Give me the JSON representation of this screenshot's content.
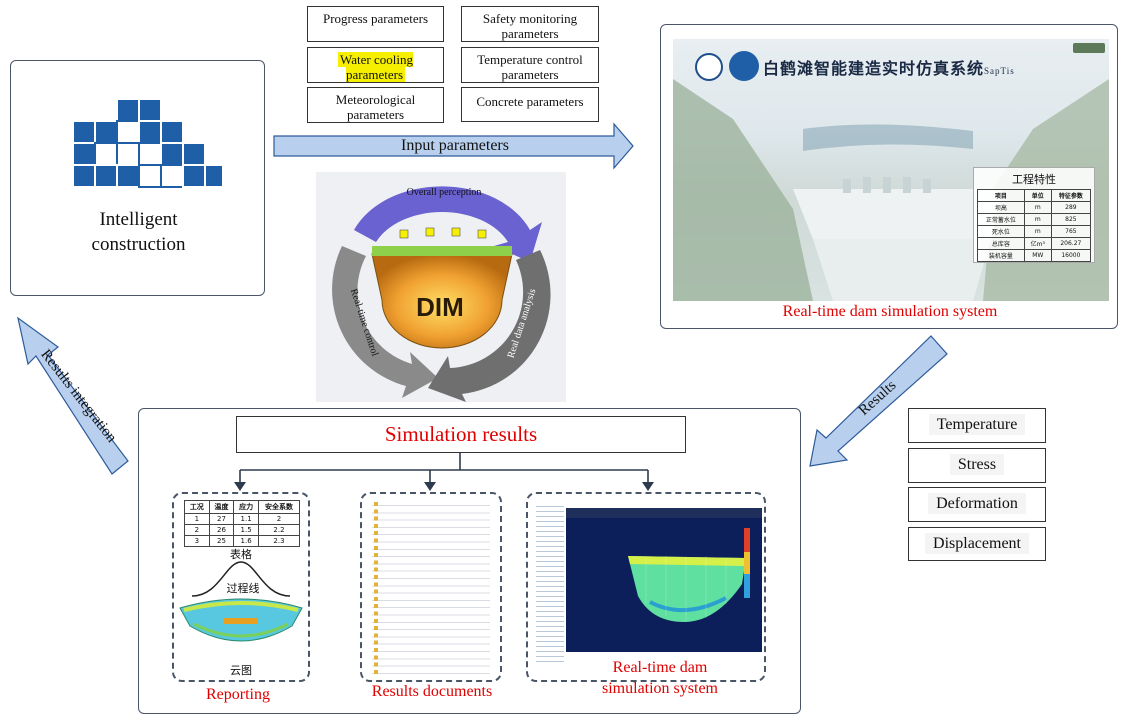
{
  "input_params": [
    "Progress parameters",
    "Safety monitoring parameters",
    "Water cooling parameters",
    "Temperature control parameters",
    "Meteorological parameters",
    "Concrete parameters"
  ],
  "input_arrow_label": "Input parameters",
  "intelligent_construction": "Intelligent construction",
  "dim_cycle": {
    "top": "Overall perception",
    "left": "Real-time control",
    "right": "Real data analysis",
    "center": "DIM"
  },
  "sim_system": {
    "title_cn": "白鹤滩智能建造实时仿真系统",
    "title_suffix": "SapTis",
    "panel_title": "工程特性",
    "panel_headers": [
      "项目",
      "单位",
      "特征参数"
    ],
    "panel_rows": [
      [
        "坝高",
        "m",
        "289"
      ],
      [
        "正常蓄水位",
        "m",
        "825"
      ],
      [
        "死水位",
        "m",
        "765"
      ],
      [
        "总库容",
        "亿m³",
        "206.27"
      ],
      [
        "装机容量",
        "MW",
        "16000"
      ]
    ],
    "caption": "Real-time dam simulation system"
  },
  "results_arrow_label": "Results",
  "results_integration_label": "Results integration",
  "outputs": [
    "Temperature",
    "Stress",
    "Deformation",
    "Displacement"
  ],
  "simulation_results": {
    "title": "Simulation results",
    "reporting": {
      "caption": "Reporting",
      "table_headers": [
        "工况",
        "温度",
        "应力",
        "安全系数"
      ],
      "table_rows": [
        [
          "1",
          "27",
          "1.1",
          "2"
        ],
        [
          "2",
          "26",
          "1.5",
          "2.2"
        ],
        [
          "3",
          "25",
          "1.6",
          "2.3"
        ]
      ],
      "table_label": "表格",
      "curve_label": "过程线",
      "cloud_label": "云图"
    },
    "documents_caption": "Results documents",
    "system_caption": "Real-time dam simulation system"
  },
  "colors": {
    "arrow_fill": "#b8d0ee",
    "arrow_stroke": "#2e5b9a",
    "caption_red": "#e00000",
    "cycle_blue": "#6a62d0",
    "cycle_gray": "#8a8a8a"
  }
}
